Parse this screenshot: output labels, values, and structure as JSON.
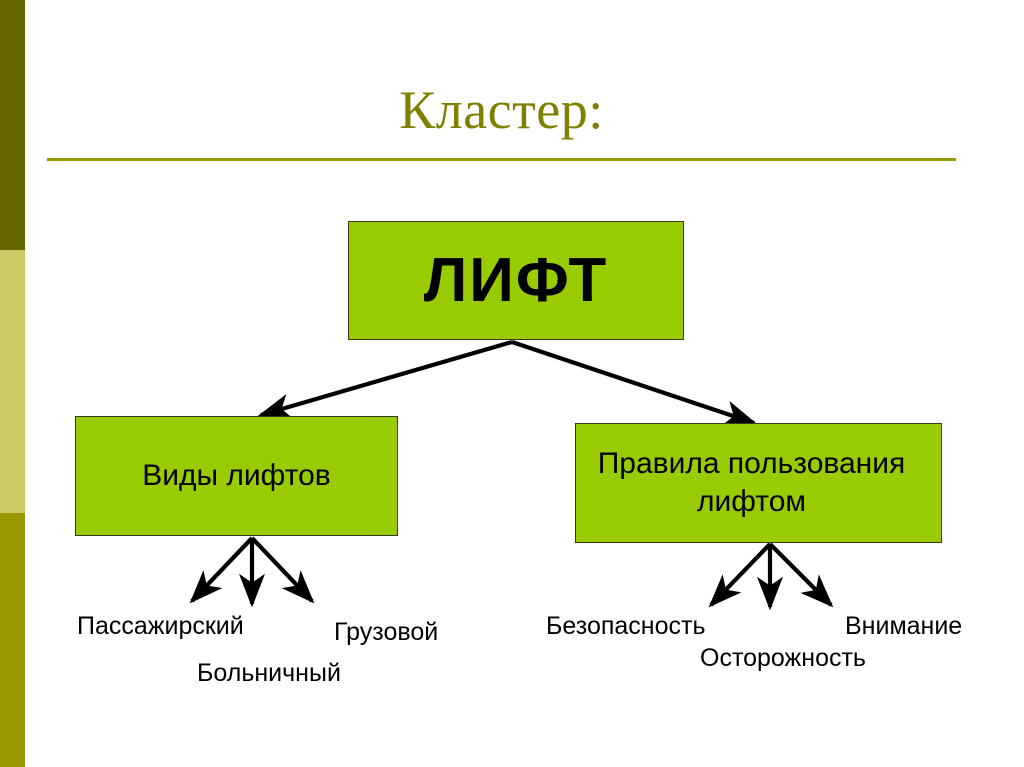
{
  "slide": {
    "title": "Кластер:",
    "background_color": "#ffffff",
    "accent_color": "#808000",
    "node_fill_color": "#99cc00",
    "node_border_color": "#3a3a1a",
    "arrow_color": "#000000"
  },
  "sidebar": {
    "bands": [
      {
        "name": "top-band",
        "color": "#666600"
      },
      {
        "name": "middle-band",
        "color": "#cccc66"
      },
      {
        "name": "bottom-band",
        "color": "#999900"
      }
    ]
  },
  "diagram": {
    "root": {
      "label": "ЛИФТ"
    },
    "branches": [
      {
        "label": "Виды лифтов",
        "leaves": [
          {
            "label": "Пассажирский"
          },
          {
            "label": "Больничный"
          },
          {
            "label": "Грузовой"
          }
        ]
      },
      {
        "label": "Правила пользования лифтом",
        "leaves": [
          {
            "label": "Безопасность"
          },
          {
            "label": "Осторожность"
          },
          {
            "label": "Внимание"
          }
        ]
      }
    ]
  }
}
